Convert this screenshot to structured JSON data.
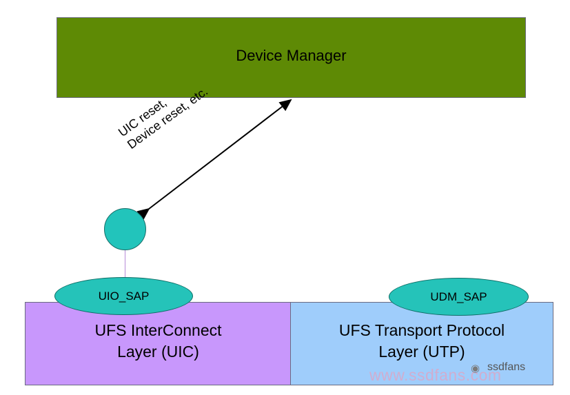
{
  "device_manager": {
    "label": "Device Manager"
  },
  "uic_layer": {
    "label": "UFS InterConnect\nLayer (UIC)"
  },
  "utp_layer": {
    "label": "UFS Transport  Protocol\nLayer (UTP)"
  },
  "uio_sap": {
    "label": "UIO_SAP"
  },
  "udm_sap": {
    "label": "UDM_SAP"
  },
  "arrow_label": {
    "line1": "UIC reset,",
    "line2": "Device reset, etc."
  },
  "watermark": {
    "name": "ssdfans",
    "url": "www.ssdfans.com"
  },
  "colors": {
    "device_manager": "#5e8a05",
    "uic": "#c897fc",
    "utp": "#9fcdfb",
    "sap": "#25c3b9"
  }
}
